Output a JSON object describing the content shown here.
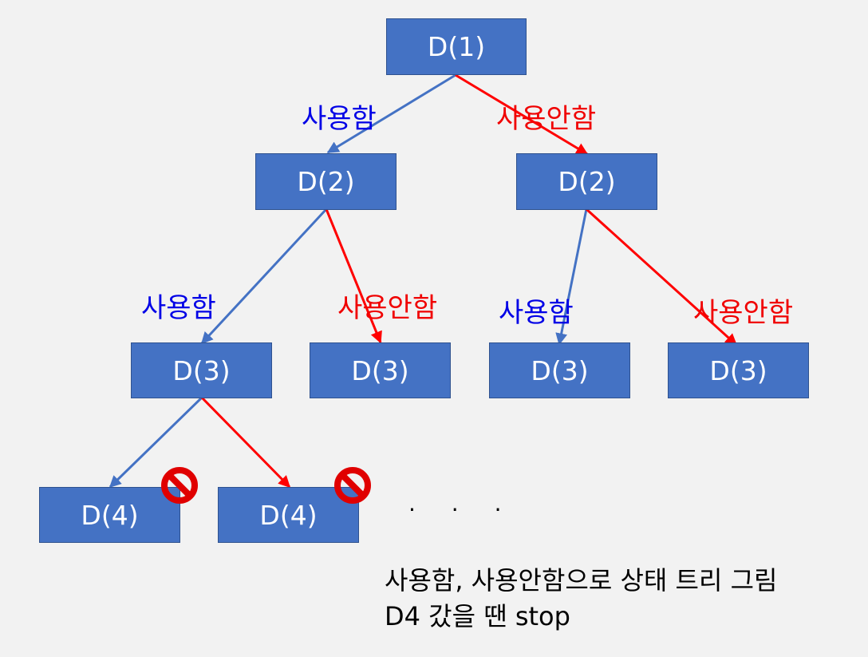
{
  "colors": {
    "node_fill": "#4472c4",
    "node_border": "#2f528f",
    "use_edge": "#4472c4",
    "nouse_edge": "#ff0000",
    "use_label": "#0000e6",
    "nouse_label": "#f00000",
    "stop_icon": "#e00000",
    "background": "#f2f2f2"
  },
  "nodes": {
    "root": "D(1)",
    "l2_left": "D(2)",
    "l2_right": "D(2)",
    "l3_1": "D(3)",
    "l3_2": "D(3)",
    "l3_3": "D(3)",
    "l3_4": "D(3)",
    "l4_1": "D(4)",
    "l4_2": "D(4)"
  },
  "edge_labels": {
    "root_use": "사용함",
    "root_nouse": "사용안함",
    "l2_left_use": "사용함",
    "l2_left_nouse": "사용안함",
    "l2_right_use": "사용함",
    "l2_right_nouse": "사용안함"
  },
  "icons": {
    "stop_1": "no-entry-icon",
    "stop_2": "no-entry-icon"
  },
  "ellipsis": "· · ·",
  "note": {
    "line1": "사용함, 사용안함으로 상태 트리 그림",
    "line2": "D4 갔을 땐 stop"
  }
}
